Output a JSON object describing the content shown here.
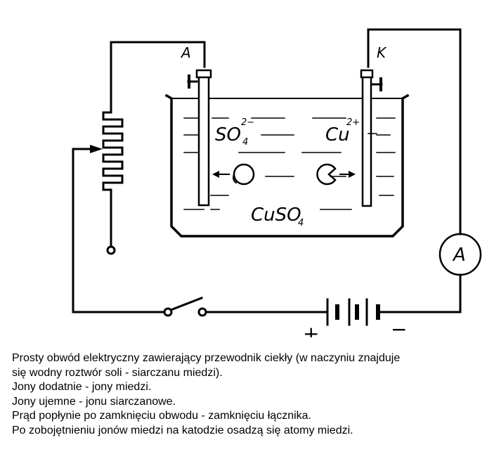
{
  "diagram": {
    "anode_label": "A",
    "cathode_label": "K",
    "anion_label": "SO",
    "anion_sub": "4",
    "anion_sup": "2−",
    "cation_label": "Cu",
    "cation_sup": "2+",
    "solution_label": "CuSO",
    "solution_sub": "4",
    "ammeter_label": "A",
    "plus_sign": "+",
    "minus_sign": "−"
  },
  "caption": {
    "lines": [
      "Prosty obwód elektryczny zawierający przewodnik ciekły (w naczyniu znajduje",
      "się wodny roztwór soli - siarczanu miedzi).",
      "Jony dodatnie - jony miedzi.",
      "Jony ujemne - jonu siarczanowe.",
      "Prąd popłynie po zamknięciu obwodu - zamknięciu łącznika.",
      "Po zobojętnieniu jonów miedzi na katodzie osadzą się atomy miedzi."
    ]
  }
}
